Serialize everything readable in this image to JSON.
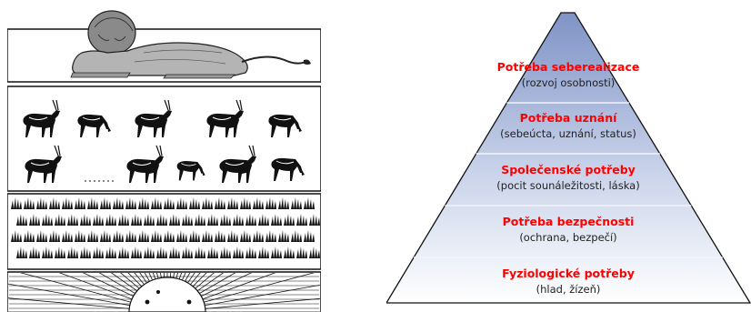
{
  "food_chain": {
    "tiers": [
      {
        "id": "predator",
        "depicts": "lion-icon"
      },
      {
        "id": "herbivores",
        "depicts": "antelope-icon"
      },
      {
        "id": "producers",
        "depicts": "grass-icon"
      },
      {
        "id": "energy_source",
        "depicts": "sun-icon"
      }
    ]
  },
  "pyramid": {
    "colors": {
      "top": "#7f93c6",
      "bottom": "#ffffff",
      "title": "#ff0000",
      "text": "#222222",
      "outline": "#111111"
    },
    "levels": [
      {
        "title": "Potřeba seberealizace",
        "subtitle": "(rozvoj osobnosti)"
      },
      {
        "title": "Potřeba uznání",
        "subtitle": "(sebeúcta, uznání, status)"
      },
      {
        "title": "Společenské potřeby",
        "subtitle": "(pocit sounáležitosti, láska)"
      },
      {
        "title": "Potřeba bezpečnosti",
        "subtitle": "(ochrana, bezpečí)"
      },
      {
        "title": "Fyziologické potřeby",
        "subtitle": "(hlad, žízeň)"
      }
    ]
  }
}
